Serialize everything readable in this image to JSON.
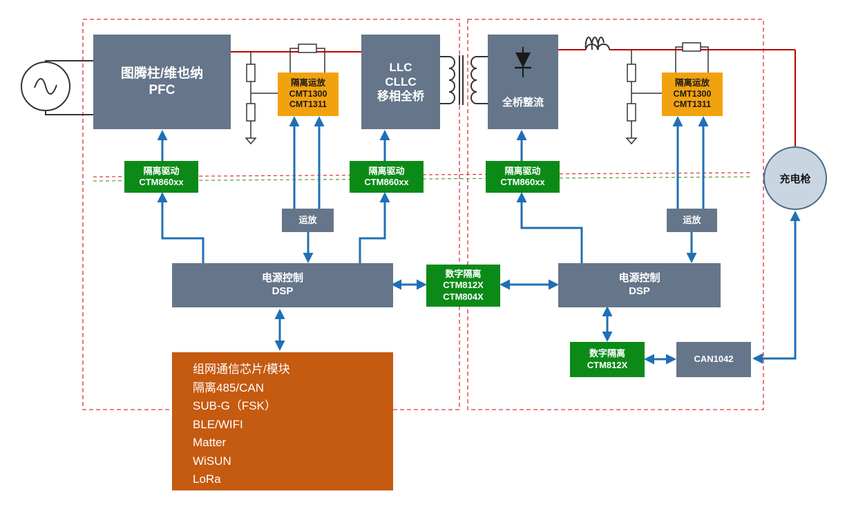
{
  "blocks": {
    "pfc": [
      "图腾柱/维也纳",
      "PFC"
    ],
    "llc": [
      "LLC",
      "CLLC",
      "移相全桥"
    ],
    "rectifier": [
      "全桥整流"
    ],
    "iso_amp_left": [
      "隔离运放",
      "CMT1300",
      "CMT1311"
    ],
    "iso_amp_right": [
      "隔离运放",
      "CMT1300",
      "CMT1311"
    ],
    "driver_1": [
      "隔离驱动",
      "CTM860xx"
    ],
    "driver_2": [
      "隔离驱动",
      "CTM860xx"
    ],
    "driver_3": [
      "隔离驱动",
      "CTM860xx"
    ],
    "opamp_left": [
      "运放"
    ],
    "opamp_right": [
      "运放"
    ],
    "dsp_left": [
      "电源控制",
      "DSP"
    ],
    "dsp_right": [
      "电源控制",
      "DSP"
    ],
    "digital_iso_center": [
      "数字隔离",
      "CTM812X",
      "CTM804X"
    ],
    "digital_iso_right": [
      "数字隔离",
      "CTM812X"
    ],
    "can": [
      "CAN1042"
    ],
    "charger": "充电枪",
    "comm": [
      "组网通信芯片/模块",
      "隔离485/CAN",
      "SUB-G（FSK）",
      "BLE/WIFI",
      "Matter",
      "WiSUN",
      "LoRa"
    ]
  },
  "colors": {
    "gray_block": "#65768a",
    "green_block": "#0c8a18",
    "orange_block": "#f2a20f",
    "comm_block": "#c55a11",
    "power_line": "#c00000",
    "signal_arrow": "#1f6fb5",
    "boundary_dash": "#e03030",
    "isolation_green_dash": "#5a9a3a"
  },
  "icons": [
    "ac-source-icon",
    "resistor-icon",
    "ground-icon",
    "transformer-icon",
    "diode-icon",
    "inductor-icon"
  ]
}
